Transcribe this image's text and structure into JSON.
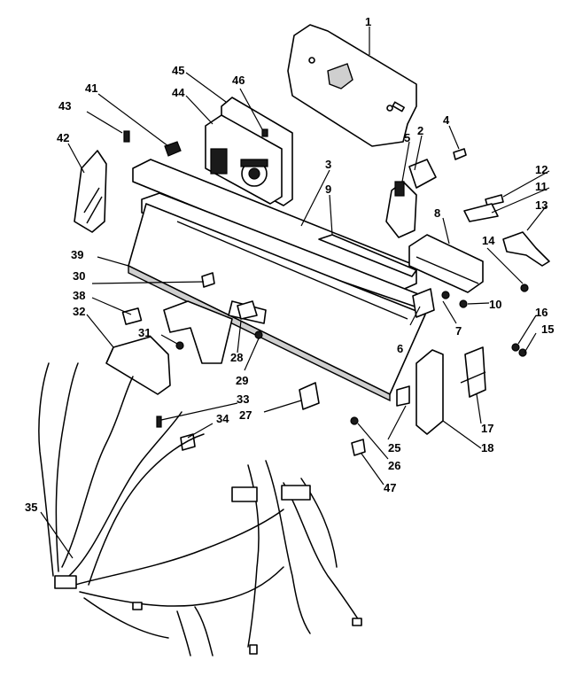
{
  "diagram": {
    "callouts": {
      "c1": "1",
      "c2": "2",
      "c3": "3",
      "c4": "4",
      "c5": "5",
      "c6": "6",
      "c7": "7",
      "c8": "8",
      "c9": "9",
      "c10": "10",
      "c11": "11",
      "c12": "12",
      "c13": "13",
      "c14": "14",
      "c15": "15",
      "c16": "16",
      "c17": "17",
      "c18": "18",
      "c25": "25",
      "c26": "26",
      "c27": "27",
      "c28": "28",
      "c29": "29",
      "c30": "30",
      "c31": "31",
      "c32": "32",
      "c33": "33",
      "c34": "34",
      "c35": "35",
      "c38": "38",
      "c39": "39",
      "c41": "41",
      "c42": "42",
      "c43": "43",
      "c44": "44",
      "c45": "45",
      "c46": "46",
      "c47": "47"
    }
  }
}
